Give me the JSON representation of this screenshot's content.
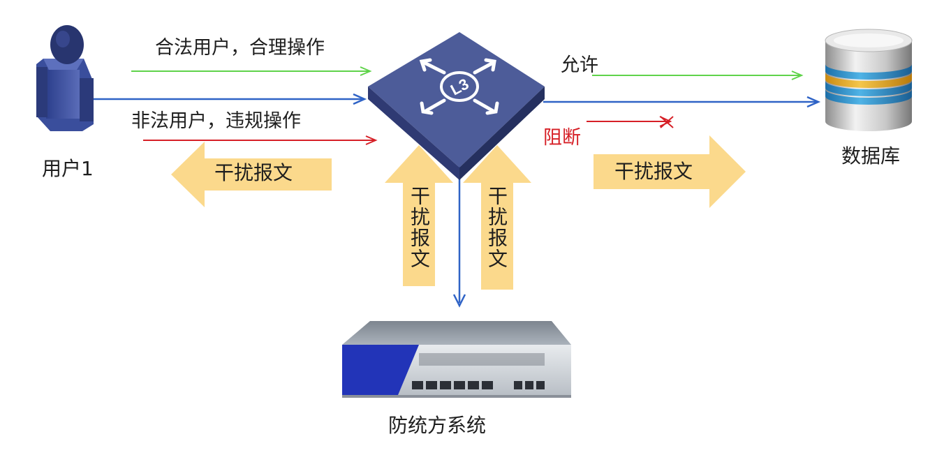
{
  "user": {
    "label": "用户1",
    "icon": "user-icon"
  },
  "switch": {
    "badge": "L3",
    "icon": "l3-switch-icon"
  },
  "database": {
    "label": "数据库",
    "icon": "database-icon"
  },
  "firewall": {
    "label": "防统方系统",
    "icon": "appliance-icon"
  },
  "flows": {
    "legal": "合法用户，合理操作",
    "illegal": "非法用户，违规操作",
    "allow": "允许",
    "block": "阻断"
  },
  "interference": {
    "left_arrow": "干扰报文",
    "right_arrow": "干扰报文",
    "up_arrow_1": "干扰报文",
    "up_arrow_2": "干扰报文"
  },
  "colors": {
    "legal_line": "#5fd34a",
    "main_line": "#2f63c6",
    "block_line": "#d61f26",
    "arrow_fill": "#fbd98c",
    "switch_top": "#4d5c99",
    "switch_side": "#2f3a73"
  }
}
